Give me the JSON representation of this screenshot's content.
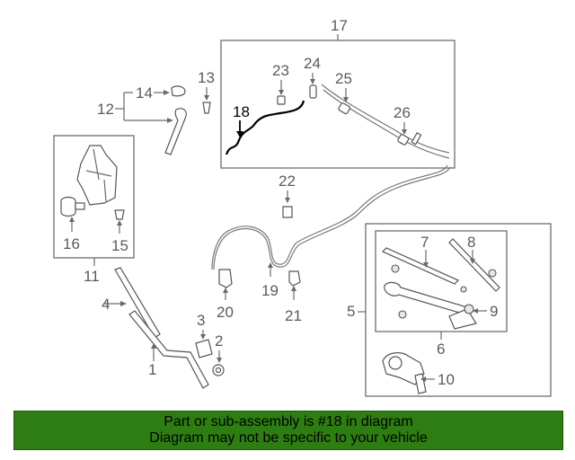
{
  "diagram": {
    "callouts": {
      "c1": "1",
      "c2": "2",
      "c3": "3",
      "c4": "4",
      "c5": "5",
      "c6": "6",
      "c7": "7",
      "c8": "8",
      "c9": "9",
      "c10": "10",
      "c11": "11",
      "c12": "12",
      "c13": "13",
      "c14": "14",
      "c15": "15",
      "c16": "16",
      "c17": "17",
      "c18": "18",
      "c19": "19",
      "c20": "20",
      "c21": "21",
      "c22": "22",
      "c23": "23",
      "c24": "24",
      "c25": "25",
      "c26": "26"
    },
    "highlighted_part": "18"
  },
  "banner": {
    "line1": "Part or sub-assembly is #18 in diagram",
    "line2": "Diagram may not be specific to your vehicle",
    "background_color": "#2e7d12"
  }
}
